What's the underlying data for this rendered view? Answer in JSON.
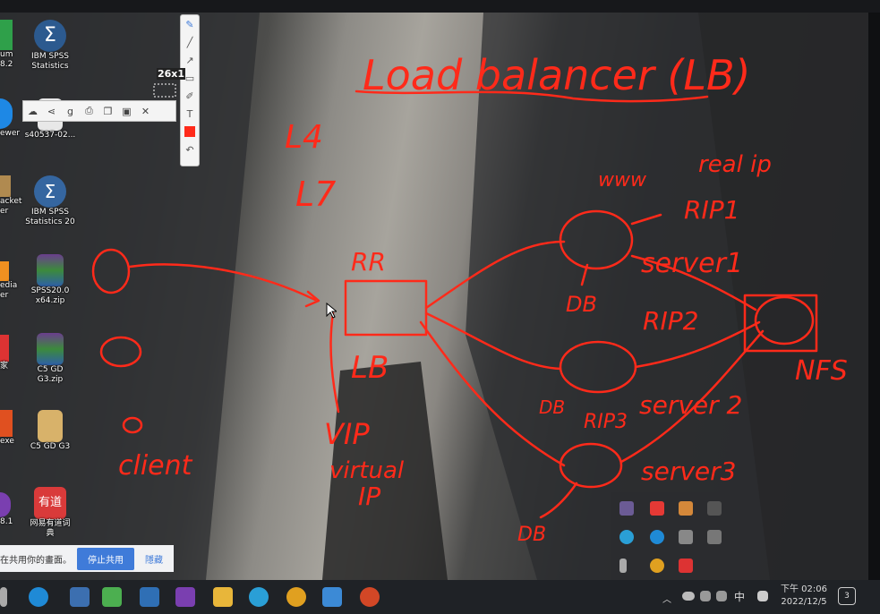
{
  "screen_size_tag": "26x1",
  "desktop_icons": [
    {
      "label": "IBM SPSS\nStatistics",
      "color": "#2c5a8f"
    },
    {
      "label": "s40537-02...",
      "color": "#e8e8e8"
    },
    {
      "label": "IBM SPSS\nStatistics 20",
      "color": "#3566a0"
    },
    {
      "label": "SPSS20.0\nx64.zip",
      "color": "#6b3e8e"
    },
    {
      "label": "C5 GD\nG3.zip",
      "color": "#6b3e8e"
    },
    {
      "label": "C5 GD G3",
      "color": "#d8b26a"
    },
    {
      "label": "网易有道词\n典",
      "color": "#d93a3a"
    }
  ],
  "cut_icons": [
    {
      "label": "um\n8.2",
      "color": "#2fa04a"
    },
    {
      "label": "ewer",
      "color": "#1e88e5"
    },
    {
      "label": "acket\ner",
      "color": "#b08a50"
    },
    {
      "label": "edia\ner",
      "color": "#f09020"
    },
    {
      "label": "家",
      "color": "#d33"
    },
    {
      "label": "exe",
      "color": "#e05020"
    },
    {
      "label": "8.1",
      "color": "#7a3fb0"
    }
  ],
  "share_bar": {
    "text": "在共用你的畫面。",
    "stop_label": "停止共用",
    "hide_label": "隱藏"
  },
  "annotations": {
    "title": "Load balancer (LB)",
    "l4": "L4",
    "l7": "L7",
    "rr": "RR",
    "lb": "LB",
    "vip": "VIP",
    "virtual": "virtual",
    "ip": "IP",
    "client": "client",
    "real_ip": "real ip",
    "www": "www",
    "rip1": "RIP1",
    "server1": "server1",
    "rip2": "RIP2",
    "server2": "server 2",
    "rip3": "RIP3",
    "server3": "server3",
    "db": "DB",
    "nfs": "NFS"
  },
  "taskbar": {
    "ime": "中",
    "time": "下午 02:06",
    "date": "2022/12/5",
    "notif_count": "3"
  },
  "colors": {
    "ink": "#ff2a1a",
    "accent": "#3f7bd9"
  }
}
